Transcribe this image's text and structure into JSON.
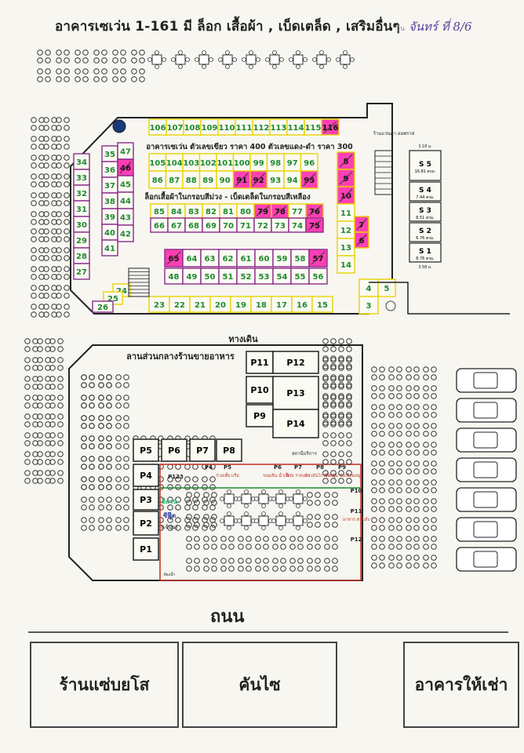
{
  "header": {
    "title": "อาคารเซเว่น 1-161 มี ล็อก เสื้อผ้า , เบ็ดเตล็ด , เสริมอื่นๆ",
    "date_prefix": "วัน",
    "date_value": "จันทร์ ที่ 8/6"
  },
  "building": {
    "price_note": "อาคารเซเว่น ตัวเลขเขียว ราคา 400 ตัวเลขแดง-ดำ ราคา 300",
    "zone_note": "ล็อกเสื้อผ้าในกรอบสีม่วง - เบ็ดเตล็ดในกรอบสีเหลือง",
    "shop_corner": "ร้านแว่นตา ออพราส",
    "top_row": [
      "106",
      "107",
      "108",
      "109",
      "110",
      "111",
      "112",
      "113",
      "114",
      "115",
      "116"
    ],
    "row_a": [
      "105",
      "104",
      "103",
      "102",
      "101",
      "100",
      "99",
      "98",
      "97",
      "96"
    ],
    "row_b": [
      "86",
      "87",
      "88",
      "89",
      "90",
      "91",
      "92",
      "93",
      "94",
      "95"
    ],
    "row_c": [
      "85",
      "84",
      "83",
      "82",
      "81",
      "80",
      "79",
      "78",
      "77",
      "76"
    ],
    "row_d": [
      "66",
      "67",
      "68",
      "69",
      "70",
      "71",
      "72",
      "73",
      "74",
      "75"
    ],
    "row_e": [
      "65",
      "64",
      "63",
      "62",
      "61",
      "60",
      "59",
      "58",
      "57"
    ],
    "row_f": [
      "48",
      "49",
      "50",
      "51",
      "52",
      "53",
      "54",
      "55",
      "56"
    ],
    "bottom_row": [
      "23",
      "22",
      "21",
      "20",
      "19",
      "18",
      "17",
      "16",
      "15"
    ],
    "col_left_outer": [
      "34",
      "33",
      "32",
      "31",
      "30",
      "29",
      "28",
      "27"
    ],
    "col_left_a": [
      "35",
      "36",
      "37",
      "38",
      "39",
      "40",
      "41"
    ],
    "col_left_b": [
      "47",
      "46",
      "45",
      "44",
      "43",
      "42"
    ],
    "corner": [
      "24",
      "25",
      "26"
    ],
    "right_col": [
      "8",
      "9",
      "10",
      "11",
      "12",
      "13",
      "14"
    ],
    "right_col_b": [
      "7",
      "6"
    ],
    "small_block": [
      "4",
      "5",
      "3"
    ],
    "s_units": [
      {
        "id": "S 5",
        "size": "16.81 ตรม."
      },
      {
        "id": "S 4",
        "size": "7.44 ตรม."
      },
      {
        "id": "S 3",
        "size": "6.51 ตรม."
      },
      {
        "id": "S 2",
        "size": "6.76 ตรม."
      },
      {
        "id": "S 1",
        "size": "8.76 ตรม."
      }
    ],
    "s_meter_top": "3.18 ม.",
    "s_meter_bottom": "3.58 ม.",
    "sold_pink": [
      "116",
      "46",
      "91",
      "92",
      "95",
      "79",
      "78",
      "76",
      "75",
      "65",
      "57",
      "8",
      "9",
      "10",
      "7",
      "6"
    ]
  },
  "walkway": "ทางเดิน",
  "food_court": {
    "label": "ลานส่วนกลางร้านขายอาหาร",
    "p_stalls_right": [
      "P11",
      "P12",
      "P10",
      "P13",
      "P9",
      "P14"
    ],
    "p_stalls_left": [
      "P5",
      "P6",
      "P7",
      "P8",
      "P4",
      "P3",
      "P2",
      "P1"
    ],
    "p123": "P123",
    "inner_labels": [
      {
        "id": "P4",
        "text": ""
      },
      {
        "id": "P5",
        "text": "ก๋วยเตี๋ยวเรือ"
      },
      {
        "id": "P6",
        "text": "ขนมจีน น้ำเงี้ยว"
      },
      {
        "id": "P7",
        "text": "ข้าว ราดแกง"
      },
      {
        "id": "P8",
        "text": "ข้าวมันไก่ ขาหมู"
      },
      {
        "id": "P9",
        "text": "เตี๋ยวต้ม ต้มเลือดหมู"
      },
      {
        "id": "P10",
        "text": ""
      },
      {
        "id": "P11",
        "text": "อาหาร ตามสั่ง"
      },
      {
        "id": "P12",
        "text": ""
      }
    ],
    "esan": "อีสาน",
    "sushi": "ซีฟู๊ด",
    "sushi_sub": "(เจ้นุ่น)",
    "toilet": "ห้องน้ำ",
    "restroom_note": "สถานีบริการ"
  },
  "road": "ถนน",
  "shops_bottom": [
    "ร้านแซ่บยโส",
    "คันไซ",
    "อาคารให้เช่า"
  ],
  "colors": {
    "green": "#1f8a2e",
    "purple": "#8a2b8a",
    "yellow": "#e8d400",
    "pink": "#ff3fb4",
    "red": "#c0392b"
  }
}
